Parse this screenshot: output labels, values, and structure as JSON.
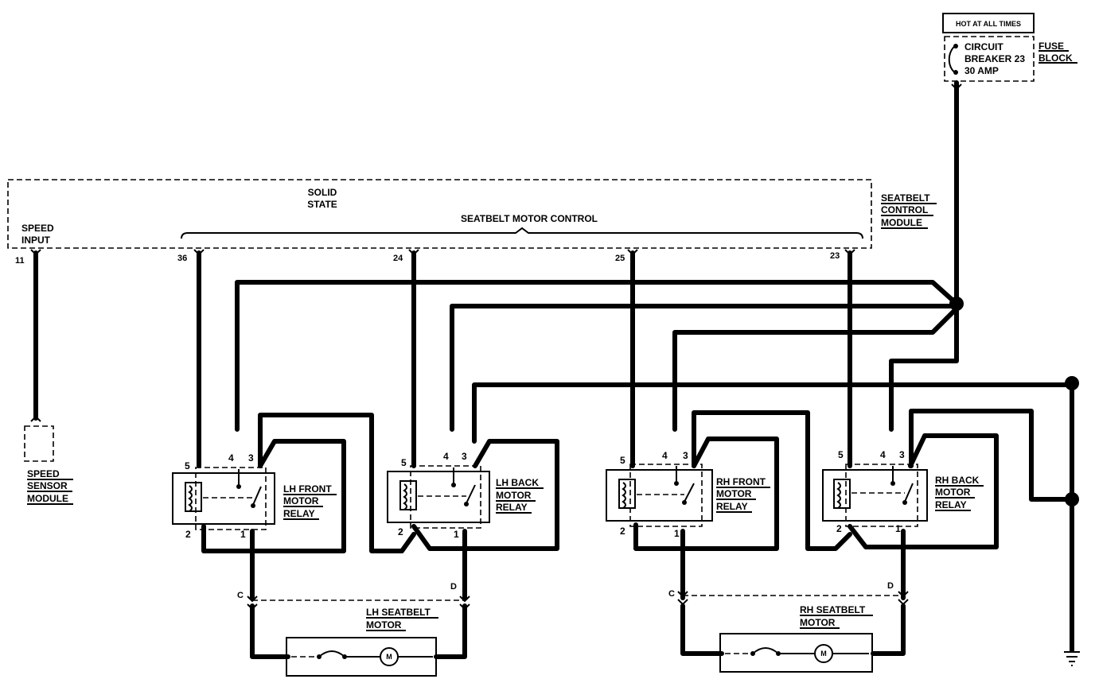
{
  "hot_label": "HOT AT ALL TIMES",
  "circuit_breaker": {
    "line1": "CIRCUIT",
    "line2": "BREAKER 23",
    "line3": "30 AMP"
  },
  "fuse_block": {
    "line1": "FUSE",
    "line2": "BLOCK"
  },
  "module": {
    "line1": "SOLID",
    "line2": "STATE",
    "motor_control": "SEATBELT MOTOR CONTROL",
    "speed_input_1": "SPEED",
    "speed_input_2": "INPUT",
    "name_1": "SEATBELT",
    "name_2": "CONTROL",
    "name_3": "MODULE"
  },
  "pins": {
    "p11": "11",
    "p36": "36",
    "p24": "24",
    "p25": "25",
    "p23": "23"
  },
  "speed_sensor": {
    "line1": "SPEED",
    "line2": "SENSOR",
    "line3": "MODULE"
  },
  "relays": [
    {
      "line1": "LH FRONT",
      "line2": "MOTOR",
      "line3": "RELAY"
    },
    {
      "line1": "LH BACK",
      "line2": "MOTOR",
      "line3": "RELAY"
    },
    {
      "line1": "RH FRONT",
      "line2": "MOTOR",
      "line3": "RELAY"
    },
    {
      "line1": "RH BACK",
      "line2": "MOTOR",
      "line3": "RELAY"
    }
  ],
  "relay_pins": {
    "p1": "1",
    "p2": "2",
    "p3": "3",
    "p4": "4",
    "p5": "5"
  },
  "connectors": {
    "c": "C",
    "d": "D"
  },
  "motors": [
    {
      "line1": "LH SEATBELT",
      "line2": "MOTOR"
    },
    {
      "line1": "RH SEATBELT",
      "line2": "MOTOR"
    }
  ],
  "motor_symbol": "M"
}
